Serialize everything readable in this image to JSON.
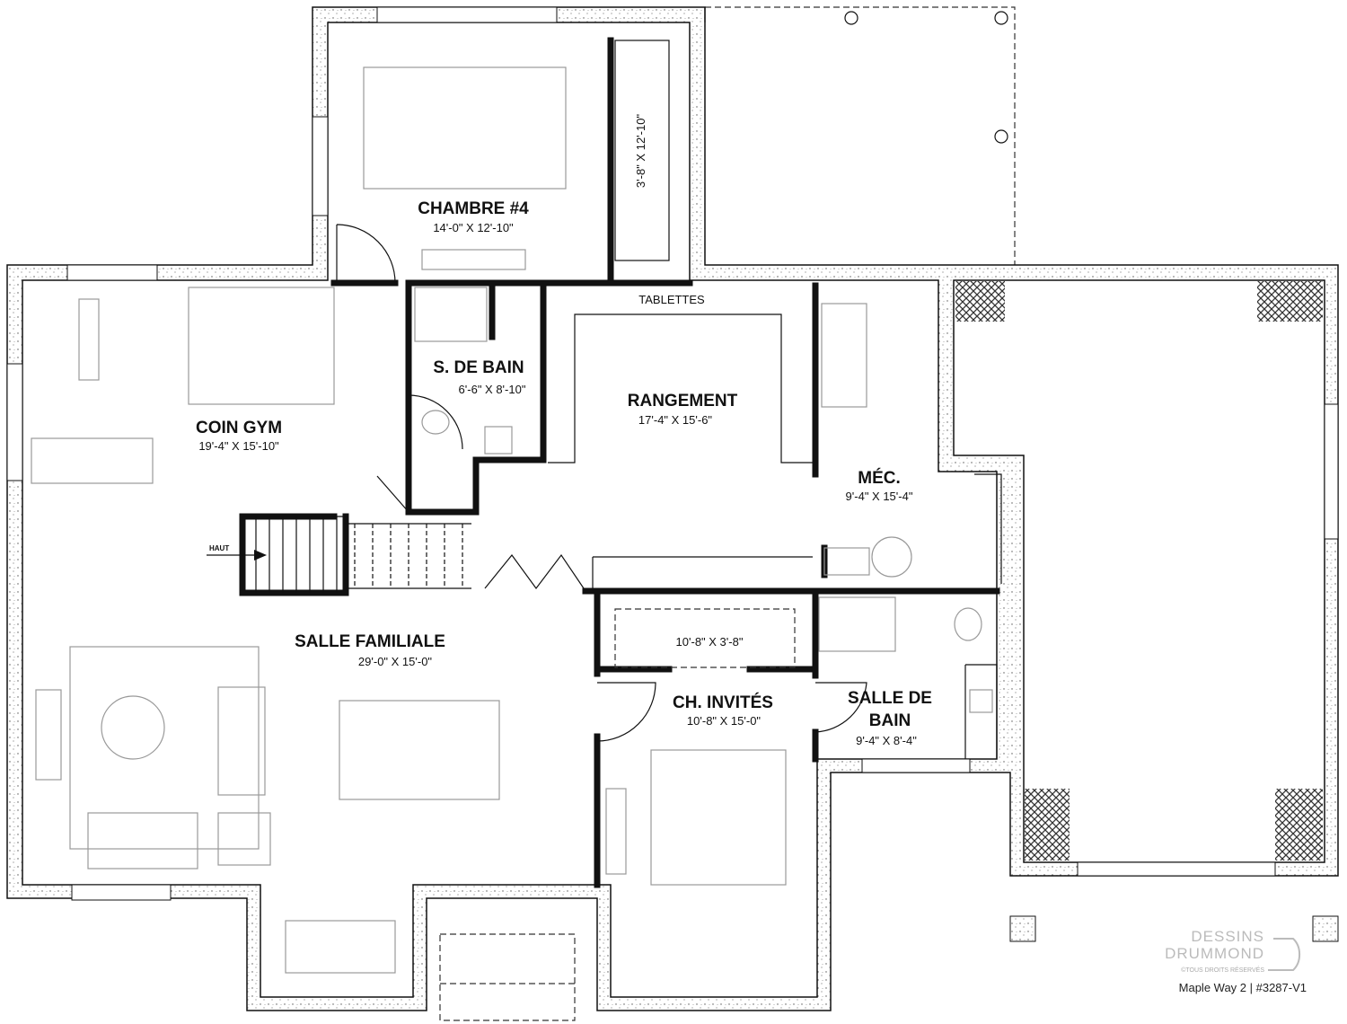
{
  "rooms": {
    "chambre4": {
      "name": "CHAMBRE #4",
      "dims": "14'-0\" X 12'-10\""
    },
    "closet_chambre4": {
      "dims": "3'-8\" X 12'-10\""
    },
    "coin_gym": {
      "name": "COIN GYM",
      "dims": "19'-4\" X 15'-10\""
    },
    "sdb": {
      "name": "S. DE BAIN",
      "dims": "6'-6\" X 8'-10\""
    },
    "rangement": {
      "name": "RANGEMENT",
      "dims": "17'-4\" X 15'-6\"",
      "note": "TABLETTES"
    },
    "mec": {
      "name": "MÉC.",
      "dims": "9'-4\" X 15'-4\""
    },
    "salle_familiale": {
      "name": "SALLE FAMILIALE",
      "dims": "29'-0\" X 15'-0\""
    },
    "closet_invites": {
      "dims": "10'-8\" X 3'-8\""
    },
    "ch_invites": {
      "name": "CH. INVITÉS",
      "dims": "10'-8\" X 15'-0\""
    },
    "salle_de_bain": {
      "name_line1": "SALLE DE",
      "name_line2": "BAIN",
      "dims": "9'-4\" X 8'-4\""
    }
  },
  "stairs": {
    "label": "HAUT"
  },
  "branding": {
    "logo_line1": "DESSINS",
    "logo_line2": "DRUMMOND",
    "rights": "©TOUS DROITS RÉSERVÉS",
    "caption": "Maple Way 2 | #3287-V1"
  }
}
